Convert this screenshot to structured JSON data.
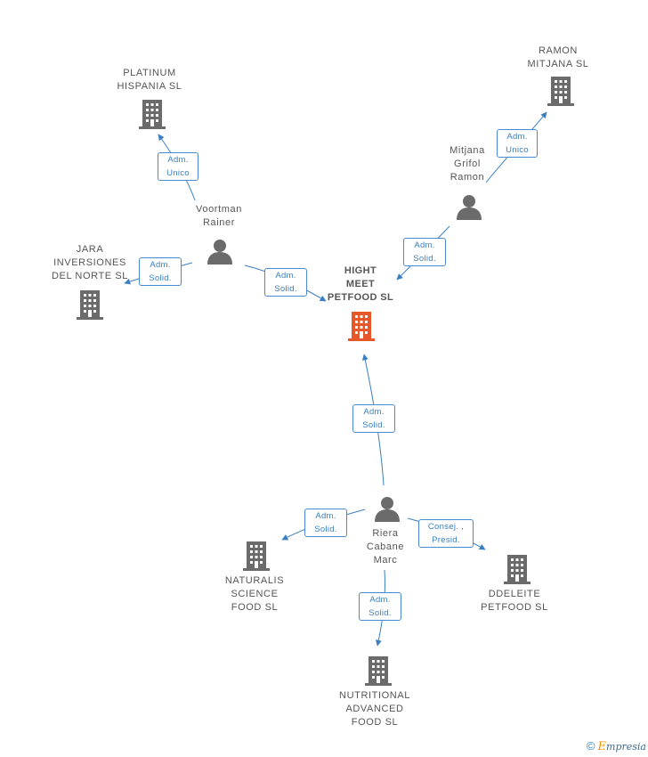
{
  "colors": {
    "person": "#6b6b6b",
    "company": "#6b6b6b",
    "main_company": "#e8572a",
    "edge": "#3a7fc1"
  },
  "nodes": {
    "hight_meet": {
      "label": "HIGHT\nMEET\nPETFOOD SL",
      "icon": "building-icon"
    },
    "platinum": {
      "label": "PLATINUM\nHISPANIA SL",
      "icon": "building-icon"
    },
    "ramon_mitjana": {
      "label": "RAMON\nMITJANA SL",
      "icon": "building-icon"
    },
    "jara": {
      "label": "JARA\nINVERSIONES\nDEL NORTE SL",
      "icon": "building-icon"
    },
    "voortman": {
      "label": "Voortman\nRainer",
      "icon": "person-icon"
    },
    "mitjana_grifol": {
      "label": "Mitjana\nGrifol\nRamon",
      "icon": "person-icon"
    },
    "riera": {
      "label": "Riera\nCabane\nMarc",
      "icon": "person-icon"
    },
    "naturalis": {
      "label": "NATURALIS\nSCIENCE\nFOOD SL",
      "icon": "building-icon"
    },
    "ddeleite": {
      "label": "DDELEITE\nPETFOOD SL",
      "icon": "building-icon"
    },
    "nutritional": {
      "label": "NUTRITIONAL\nADVANCED\nFOOD SL",
      "icon": "building-icon"
    }
  },
  "edges": {
    "voortman_platinum": "Adm.\nUnico",
    "voortman_jara": "Adm.\nSolid.",
    "voortman_hight": "Adm.\nSolid.",
    "mitjana_ramon": "Adm.\nUnico",
    "mitjana_hight": "Adm.\nSolid.",
    "riera_hight": "Adm.\nSolid.",
    "riera_naturalis": "Adm.\nSolid.",
    "riera_ddeleite": "Consej. ,\nPresid.",
    "riera_nutritional": "Adm.\nSolid."
  },
  "footer": {
    "copyright": "©",
    "brand_initial": "E",
    "brand_rest": "mpresia"
  }
}
